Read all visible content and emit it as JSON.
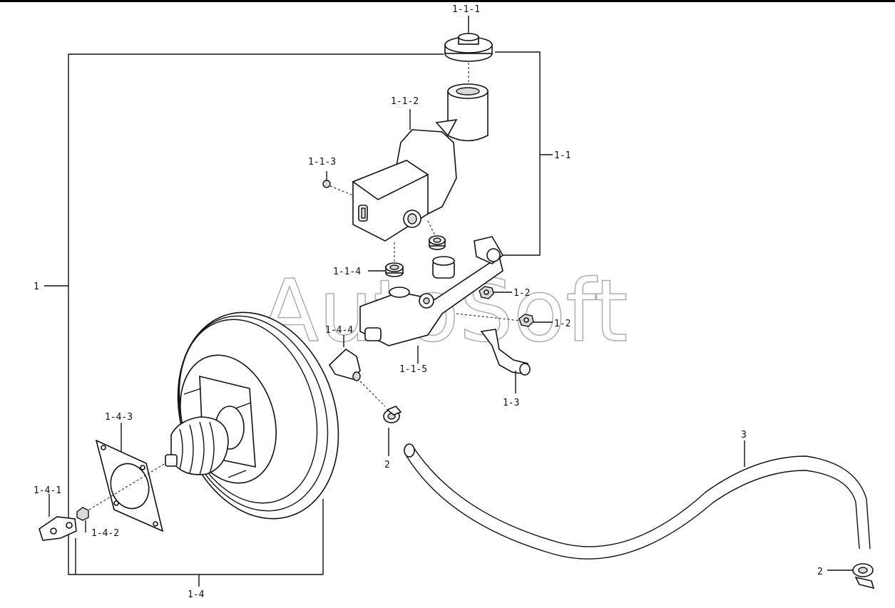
{
  "labels": {
    "l_1_1_1": "1-1-1",
    "l_1_1_2": "1-1-2",
    "l_1_1_3": "1-1-3",
    "l_1_1": "1-1",
    "l_1": "1",
    "l_1_1_4": "1-1-4",
    "l_1_2_a": "1-2",
    "l_1_2_b": "1-2",
    "l_1_4_4": "1-4-4",
    "l_1_1_5": "1-1-5",
    "l_1_3": "1-3",
    "l_1_4_3": "1-4-3",
    "l_2_a": "2",
    "l_3": "3",
    "l_1_4_1": "1-4-1",
    "l_1_4_2": "1-4-2",
    "l_1_4": "1-4",
    "l_2_b": "2"
  },
  "watermark": "AutoSoft",
  "colors": {
    "line": "#111111",
    "fill": "#ffffff",
    "shade": "#d9d9d9",
    "watermark": "#9a9a9a"
  }
}
